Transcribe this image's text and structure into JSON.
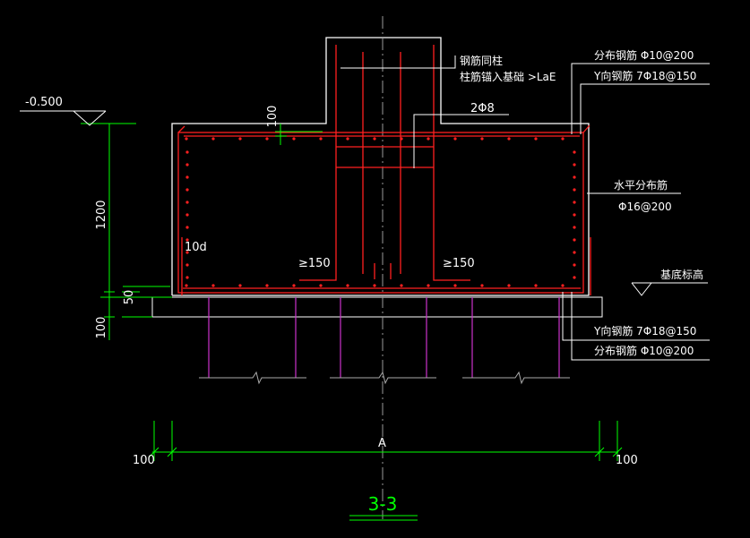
{
  "drawing": {
    "section_title": "3-3",
    "axis_label": "A",
    "colors": {
      "background": "#000000",
      "outline": "#ffffff",
      "rebar": "#ff2020",
      "dimension": "#00ff00",
      "pile": "#cc33cc",
      "axis": "#9a9a9a"
    }
  },
  "labels": {
    "elevation_top": "-0.500",
    "elevation_base": "基底标高",
    "dim_height": "1200",
    "dim_cover": "50",
    "dim_pad": "100",
    "dim_top_offset": "100",
    "dim_left_edge": "100",
    "dim_right_edge": "100",
    "hook_length": "10d",
    "anchor_left": "≥150",
    "anchor_right": "≥150",
    "column_note_1": "钢筋同柱",
    "column_note_2": "柱筋锚入基础 >LaE",
    "stirrup": "2Φ8",
    "top_dist_bar": "分布钢筋 Φ10@200",
    "top_y_bar": "Y向钢筋 7Φ18@150",
    "side_bar_1": "水平分布筋",
    "side_bar_2": "Φ16@200",
    "bottom_y_bar": "Y向钢筋 7Φ18@150",
    "bottom_dist_bar": "分布钢筋 Φ10@200"
  }
}
